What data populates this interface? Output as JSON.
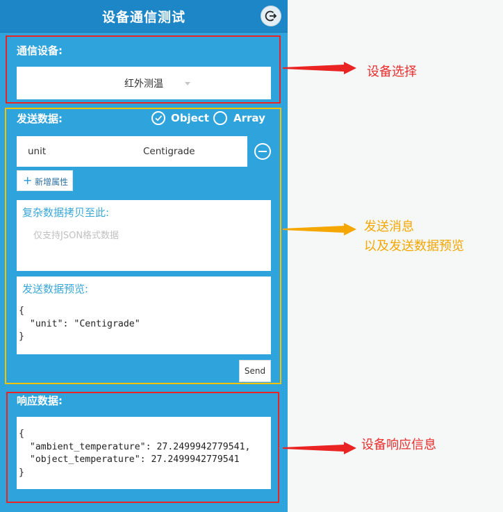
{
  "header": {
    "title": "设备通信测试",
    "logout_icon": "logout-icon"
  },
  "device": {
    "label": "通信设备:",
    "selected": "红外测温"
  },
  "send": {
    "label": "发送数据:",
    "modes": [
      {
        "label": "Object",
        "checked": true
      },
      {
        "label": "Array",
        "checked": false
      }
    ],
    "property": {
      "key": "unit",
      "value": "Centigrade"
    },
    "add_property_label": "新增属性",
    "paste_title": "复杂数据拷贝至此:",
    "paste_placeholder": "仅支持JSON格式数据",
    "preview_title": "发送数据预览:",
    "preview_json": "{\n  \"unit\": \"Centigrade\"\n}",
    "send_button": "Send"
  },
  "response": {
    "label": "响应数据:",
    "json": "{\n  \"ambient_temperature\": 27.2499942779541,\n  \"object_temperature\": 27.2499942779541\n}"
  },
  "annotations": {
    "device_select": "设备选择",
    "send_line1": "发送消息",
    "send_line2": "以及发送数据预览",
    "response": "设备响应信息"
  },
  "colors": {
    "panel": "#2fa3dc",
    "header": "#1d86c7",
    "red": "#ea2323",
    "yellow": "#f5c200"
  }
}
